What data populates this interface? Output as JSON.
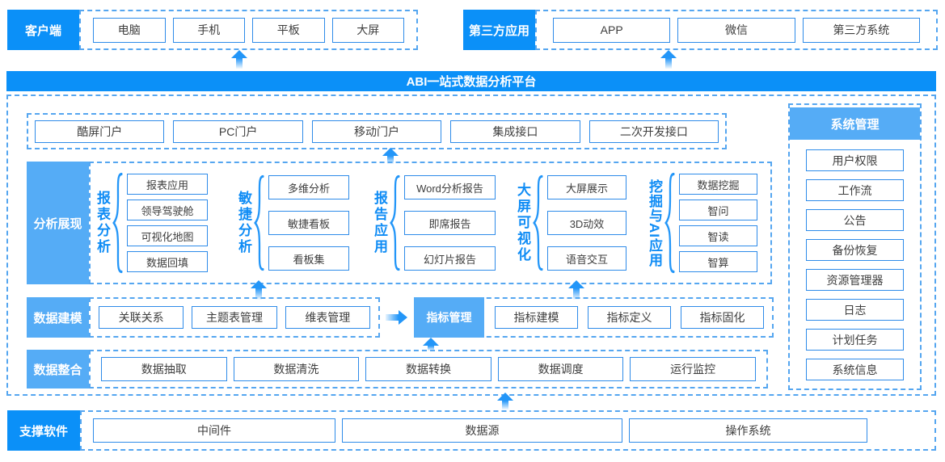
{
  "palette": {
    "primary": "#0b90f8",
    "light": "#55acf6",
    "dashed_border": "#55a6f0",
    "box_border": "#2e8be9",
    "arrow": "#2396f8",
    "text": "#3e3e3e"
  },
  "top": {
    "client": {
      "label": "客户端",
      "items": [
        "电脑",
        "手机",
        "平板",
        "大屏"
      ]
    },
    "third_party": {
      "label": "第三方应用",
      "items": [
        "APP",
        "微信",
        "第三方系统"
      ]
    }
  },
  "banner": {
    "title": "ABI一站式数据分析平台"
  },
  "portal": {
    "items": [
      "酷屏门户",
      "PC门户",
      "移动门户",
      "集成接口",
      "二次开发接口"
    ]
  },
  "analysis": {
    "label": "分析展现",
    "groups": [
      {
        "title": "报表分析",
        "items": [
          "报表应用",
          "领导驾驶舱",
          "可视化地图",
          "数据回填"
        ]
      },
      {
        "title": "敏捷分析",
        "items": [
          "多维分析",
          "敏捷看板",
          "看板集"
        ]
      },
      {
        "title": "报告应用",
        "items": [
          "Word分析报告",
          "即席报告",
          "幻灯片报告"
        ]
      },
      {
        "title": "大屏可视化",
        "items": [
          "大屏展示",
          "3D动效",
          "语音交互"
        ]
      },
      {
        "title": "挖掘与AI应用",
        "items": [
          "数据挖掘",
          "智问",
          "智读",
          "智算"
        ]
      }
    ]
  },
  "modeling": {
    "label": "数据建模",
    "items": [
      "关联关系",
      "主题表管理",
      "维表管理"
    ],
    "metric": {
      "label": "指标管理",
      "items": [
        "指标建模",
        "指标定义",
        "指标固化"
      ]
    }
  },
  "integration": {
    "label": "数据整合",
    "items": [
      "数据抽取",
      "数据清洗",
      "数据转换",
      "数据调度",
      "运行监控"
    ]
  },
  "system": {
    "label": "系统管理",
    "items": [
      "用户权限",
      "工作流",
      "公告",
      "备份恢复",
      "资源管理器",
      "日志",
      "计划任务",
      "系统信息"
    ]
  },
  "support": {
    "label": "支撑软件",
    "items": [
      "中间件",
      "数据源",
      "操作系统"
    ]
  }
}
